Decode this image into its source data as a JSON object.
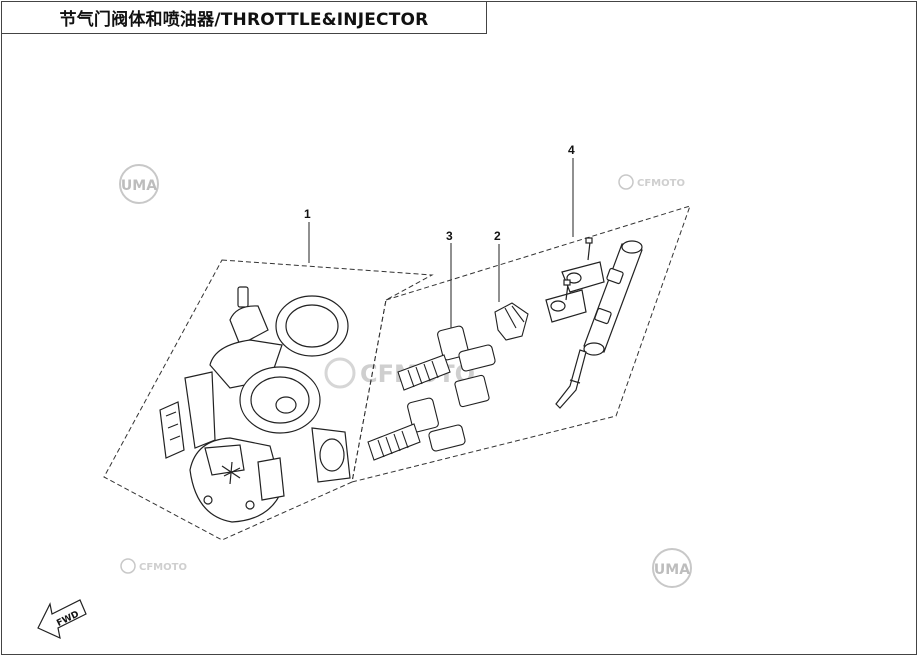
{
  "title": "节气门阀体和喷油器/THROTTLE&INJECTOR",
  "callouts": [
    {
      "id": "1",
      "label": "1"
    },
    {
      "id": "2",
      "label": "2"
    },
    {
      "id": "3",
      "label": "3"
    },
    {
      "id": "4",
      "label": "4"
    }
  ],
  "watermarks": {
    "cfmoto": "CFMOTO",
    "uma": "UMA"
  },
  "fwd_label": "FWD",
  "colors": {
    "line": "#222222",
    "watermark": "#cfcfcf"
  },
  "icons": [
    "cfmoto-logo-icon",
    "uma-logo-icon",
    "fwd-arrow-icon"
  ]
}
